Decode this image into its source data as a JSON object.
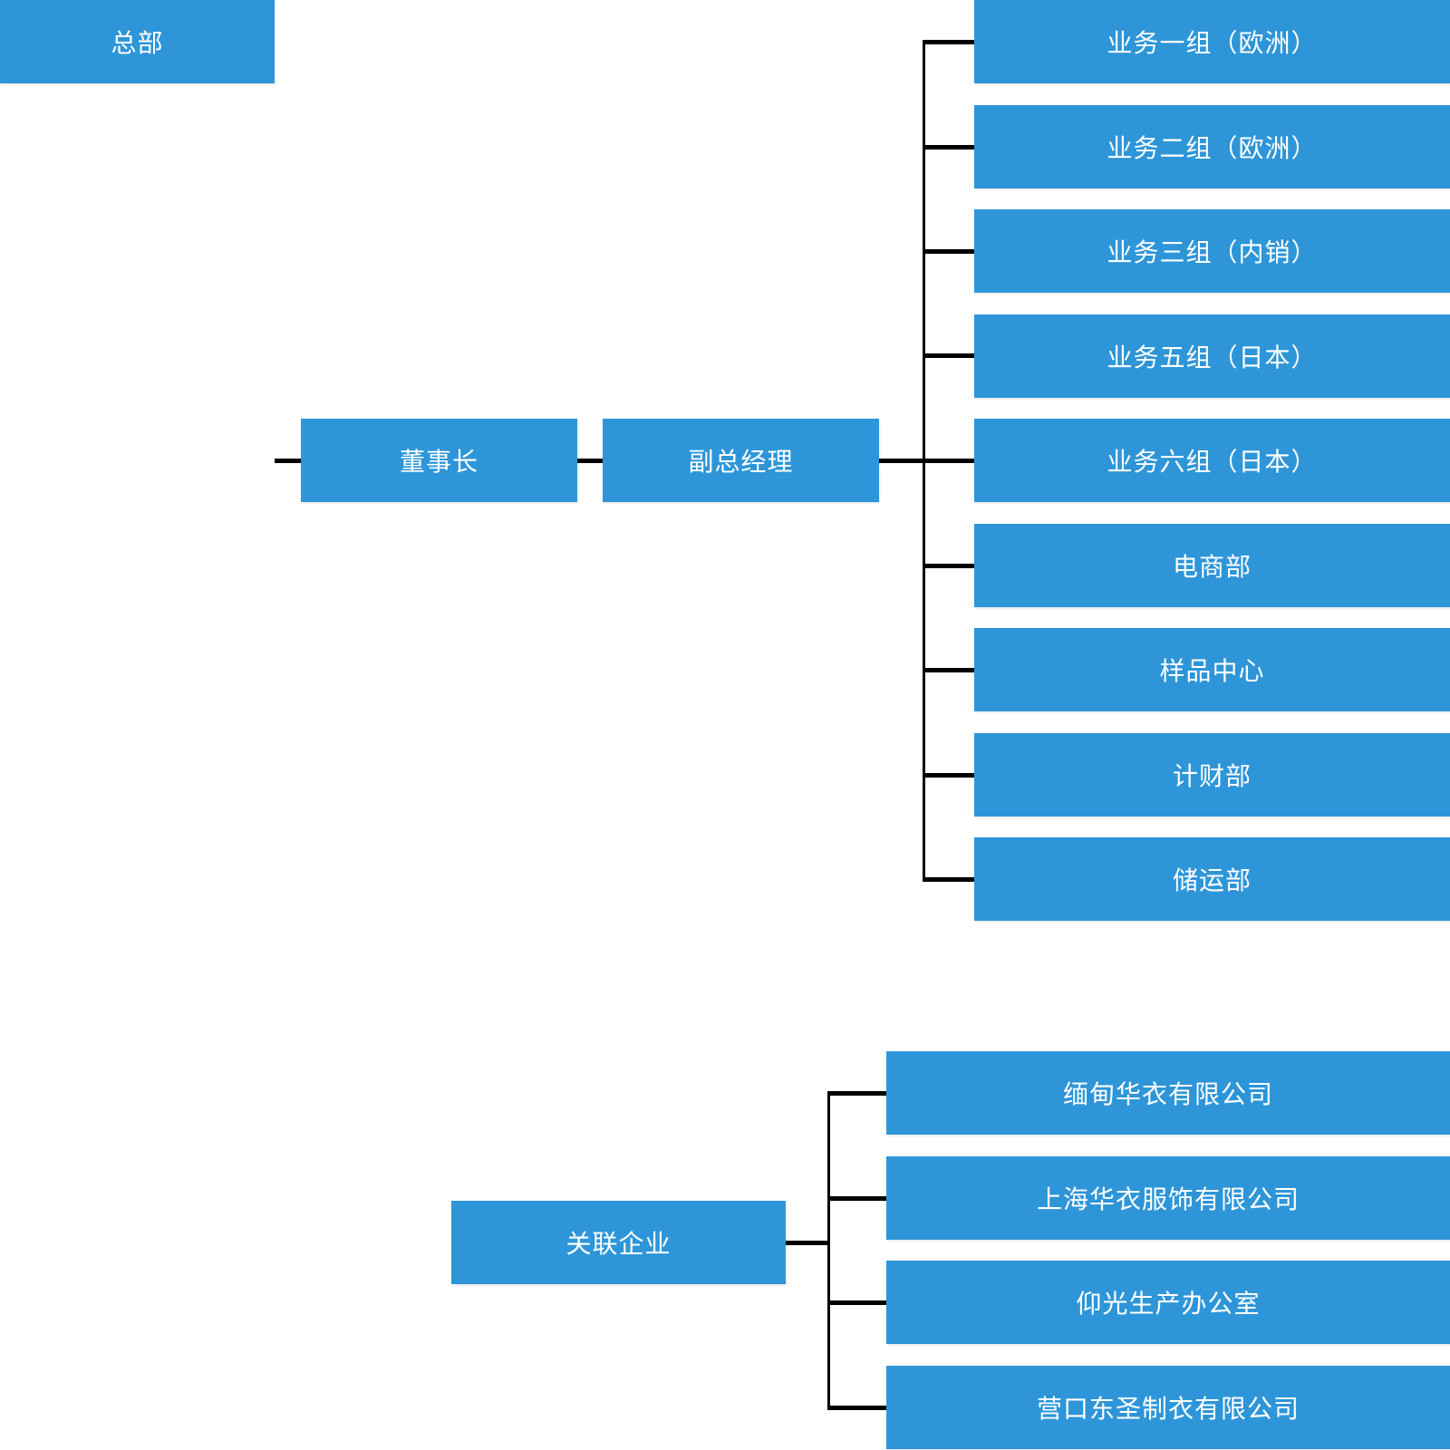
{
  "colors": {
    "box_fill": "#2E96D8",
    "box_text": "#FFFFFF",
    "connector": "#000000",
    "background": "#FFFFFF"
  },
  "org_chart": {
    "type": "org-tree",
    "root_chain": [
      {
        "label": "总部"
      },
      {
        "label": "董事长"
      },
      {
        "label": "副总经理"
      }
    ],
    "departments": [
      {
        "label": "业务一组（欧洲）"
      },
      {
        "label": "业务二组（欧洲）"
      },
      {
        "label": "业务三组（内销）"
      },
      {
        "label": "业务五组（日本）"
      },
      {
        "label": "业务六组（日本）"
      },
      {
        "label": "电商部"
      },
      {
        "label": "样品中心"
      },
      {
        "label": "计财部"
      },
      {
        "label": "储运部"
      }
    ],
    "affiliates_group": {
      "parent_label": "关联企业",
      "children": [
        {
          "label": "缅甸华衣有限公司"
        },
        {
          "label": "上海华衣服饰有限公司"
        },
        {
          "label": "仰光生产办公室"
        },
        {
          "label": "营口东圣制衣有限公司"
        }
      ]
    }
  }
}
